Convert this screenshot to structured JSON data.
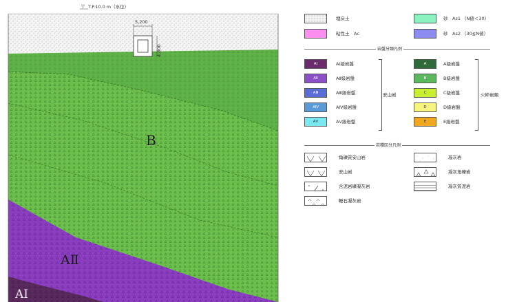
{
  "water_level": "T.P.10.0 m（水位）",
  "box_width": "5,200",
  "box_height": "4,800",
  "zones": {
    "b": "B",
    "a2": "AⅡ",
    "a1": "AⅠ"
  },
  "legend": {
    "soil": [
      {
        "label": "埋戻土",
        "color": "#f2f2f2"
      },
      {
        "label": "粘性土　Ac",
        "color": "#ff8ef0"
      },
      {
        "label": "砂　As1 （N値＜30）",
        "color": "#8cf2c0"
      },
      {
        "label": "砂　As2 （30≦N値）",
        "color": "#8c8cf0"
      }
    ],
    "rock_header": "岩盤分類凡例",
    "andesite": [
      {
        "code": "AⅠ",
        "label": "AⅠ級岩盤",
        "color": "#6a2a6c"
      },
      {
        "code": "AⅡ",
        "label": "AⅡ級岩盤",
        "color": "#8b4fc8"
      },
      {
        "code": "AⅢ",
        "label": "AⅢ級岩盤",
        "color": "#5a6cd8"
      },
      {
        "code": "AⅣ",
        "label": "AⅣ級岩盤",
        "color": "#5a9ad8"
      },
      {
        "code": "AⅤ",
        "label": "AⅤ級岩盤",
        "color": "#7ae8f0"
      }
    ],
    "andesite_group": "安山岩",
    "volcanic": [
      {
        "code": "A",
        "label": "A級岩盤",
        "color": "#2e6a3a"
      },
      {
        "code": "B",
        "label": "B級岩盤",
        "color": "#5cb85c"
      },
      {
        "code": "C",
        "label": "C級岩盤",
        "color": "#c8f030"
      },
      {
        "code": "D",
        "label": "D級岩盤",
        "color": "#f8f480"
      },
      {
        "code": "E",
        "label": "E級岩盤",
        "color": "#f0a820"
      }
    ],
    "volcanic_group": "火砕岩類",
    "lith_header": "岩種区分凡例",
    "lithology_left": [
      "角礫質安山岩",
      "安山岩",
      "含泥岩礫凝灰岩",
      "軽石凝灰岩"
    ],
    "lithology_right": [
      "凝灰岩",
      "凝灰角礫岩",
      "凝灰質泥岩"
    ]
  }
}
